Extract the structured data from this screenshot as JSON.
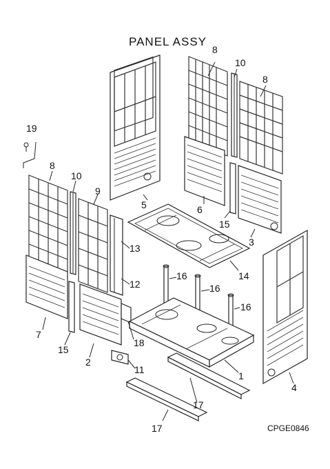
{
  "title": "PANEL ASSY",
  "drawing_code": "CPGE0846",
  "callouts": {
    "1": "1",
    "2": "2",
    "3": "3",
    "4": "4",
    "5": "5",
    "6": "6",
    "7": "7",
    "8": "8",
    "9": "9",
    "10": "10",
    "11": "11",
    "12": "12",
    "13": "13",
    "14": "14",
    "15": "15",
    "16": "16",
    "17": "17",
    "18": "18",
    "19": "19"
  }
}
